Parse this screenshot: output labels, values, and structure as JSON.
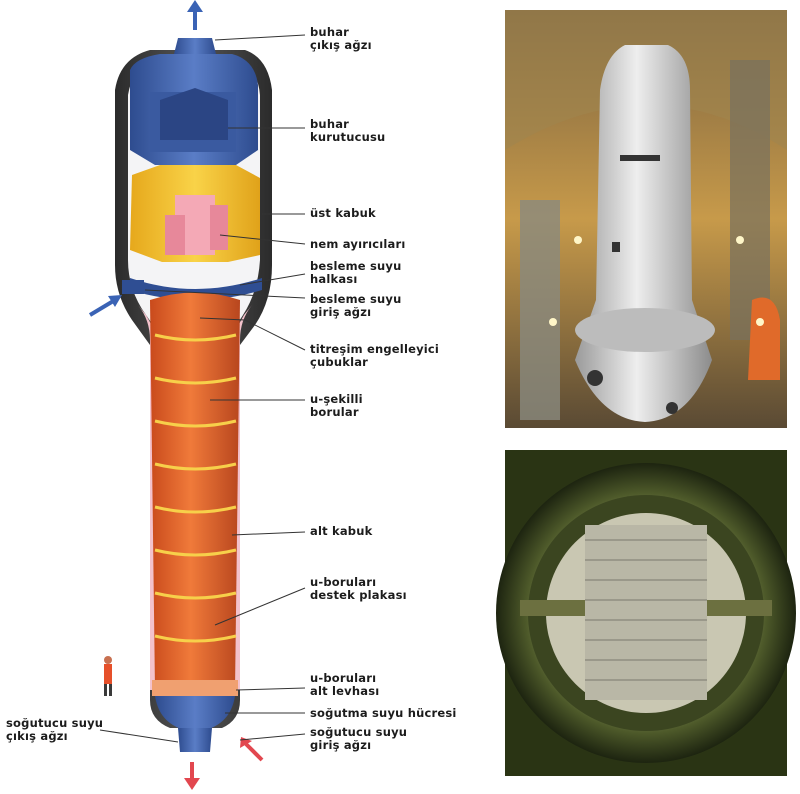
{
  "labels": {
    "buhar_cikis": [
      "buhar",
      "çıkış ağzı"
    ],
    "buhar_kurutucusu": [
      "buhar",
      "kurutucusu"
    ],
    "ust_kabuk": [
      "üst kabuk"
    ],
    "nem_ayiricilari": [
      "nem ayırıcıları"
    ],
    "besleme_halkasi": [
      "besleme suyu",
      "halkası"
    ],
    "besleme_giris": [
      "besleme suyu",
      "giriş ağzı"
    ],
    "titresim": [
      "titreşim engelleyici",
      "çubuklar"
    ],
    "u_borular": [
      "u-şekilli",
      "borular"
    ],
    "alt_kabuk": [
      "alt kabuk"
    ],
    "destek_plakasi": [
      "u-boruları",
      "destek plakası"
    ],
    "alt_levha": [
      "u-boruları",
      "alt levhası"
    ],
    "sogutma_hucresi": [
      "soğutma suyu hücresi"
    ],
    "sogutucu_giris": [
      "soğutucu suyu",
      "giriş ağzı"
    ],
    "sogutucu_cikis": [
      "soğutucu suyu",
      "çıkış ağzı"
    ]
  },
  "colors": {
    "shell_dark": "#3a3a3a",
    "steam_blue": "#3f5fa8",
    "dryer_yellow": "#f2c230",
    "tube_orange": "#e0612a",
    "wrapper_pink": "#f3c2cc",
    "arrow_blue": "#3a63b5",
    "arrow_red": "#e2474f"
  }
}
